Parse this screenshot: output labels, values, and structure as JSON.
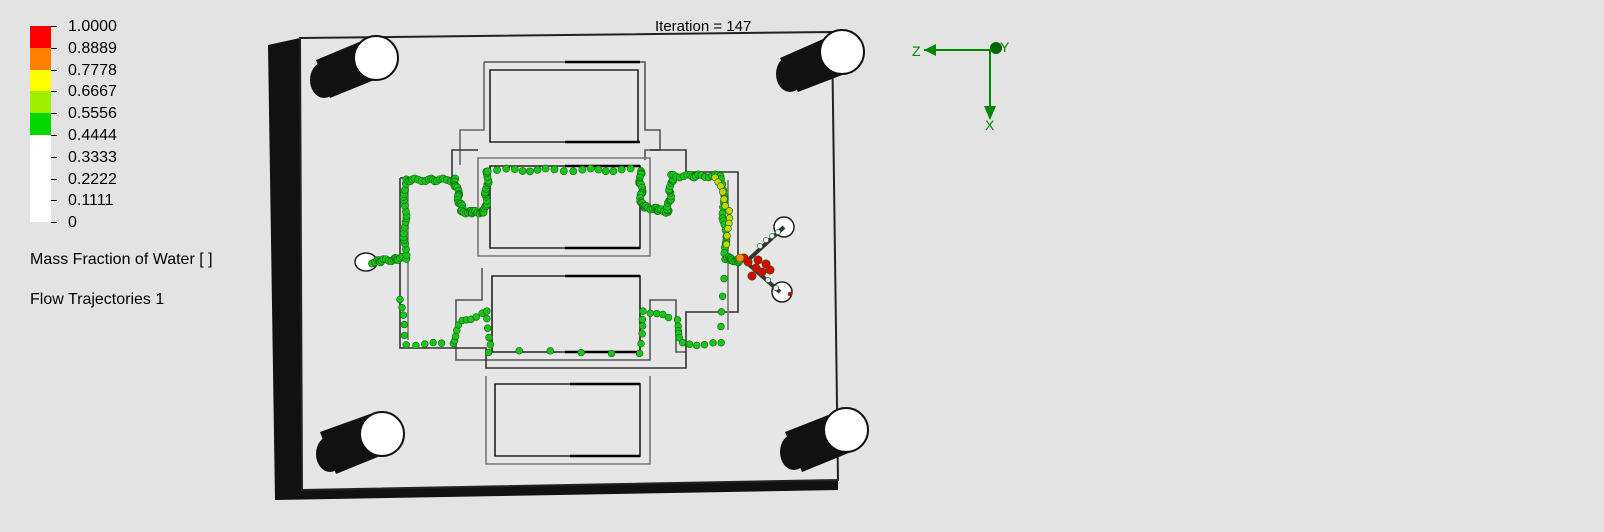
{
  "legend": {
    "ticks": [
      "1.0000",
      "0.8889",
      "0.7778",
      "0.6667",
      "0.5556",
      "0.4444",
      "0.3333",
      "0.2222",
      "0.1111",
      "0"
    ],
    "colors": [
      "#ff0000",
      "#ff7f00",
      "#ffff00",
      "#9fef00",
      "#00d800",
      "#ffffff",
      "#ffffff",
      "#ffffff",
      "#ffffff"
    ],
    "title": "Mass Fraction of Water [ ]",
    "subtitle": "Flow Trajectories 1"
  },
  "iteration_label": "Iteration = 147",
  "axes": {
    "z_label": "Z",
    "x_label": "X",
    "y_label": "Y",
    "color": "#008800"
  },
  "colors": {
    "background": "#e3e3e3",
    "plate": "#e6e6e6",
    "plate_side": "#111111",
    "trajectory_green": "#1dc21d",
    "trajectory_red": "#e00000",
    "trajectory_yellow": "#c9d400"
  }
}
